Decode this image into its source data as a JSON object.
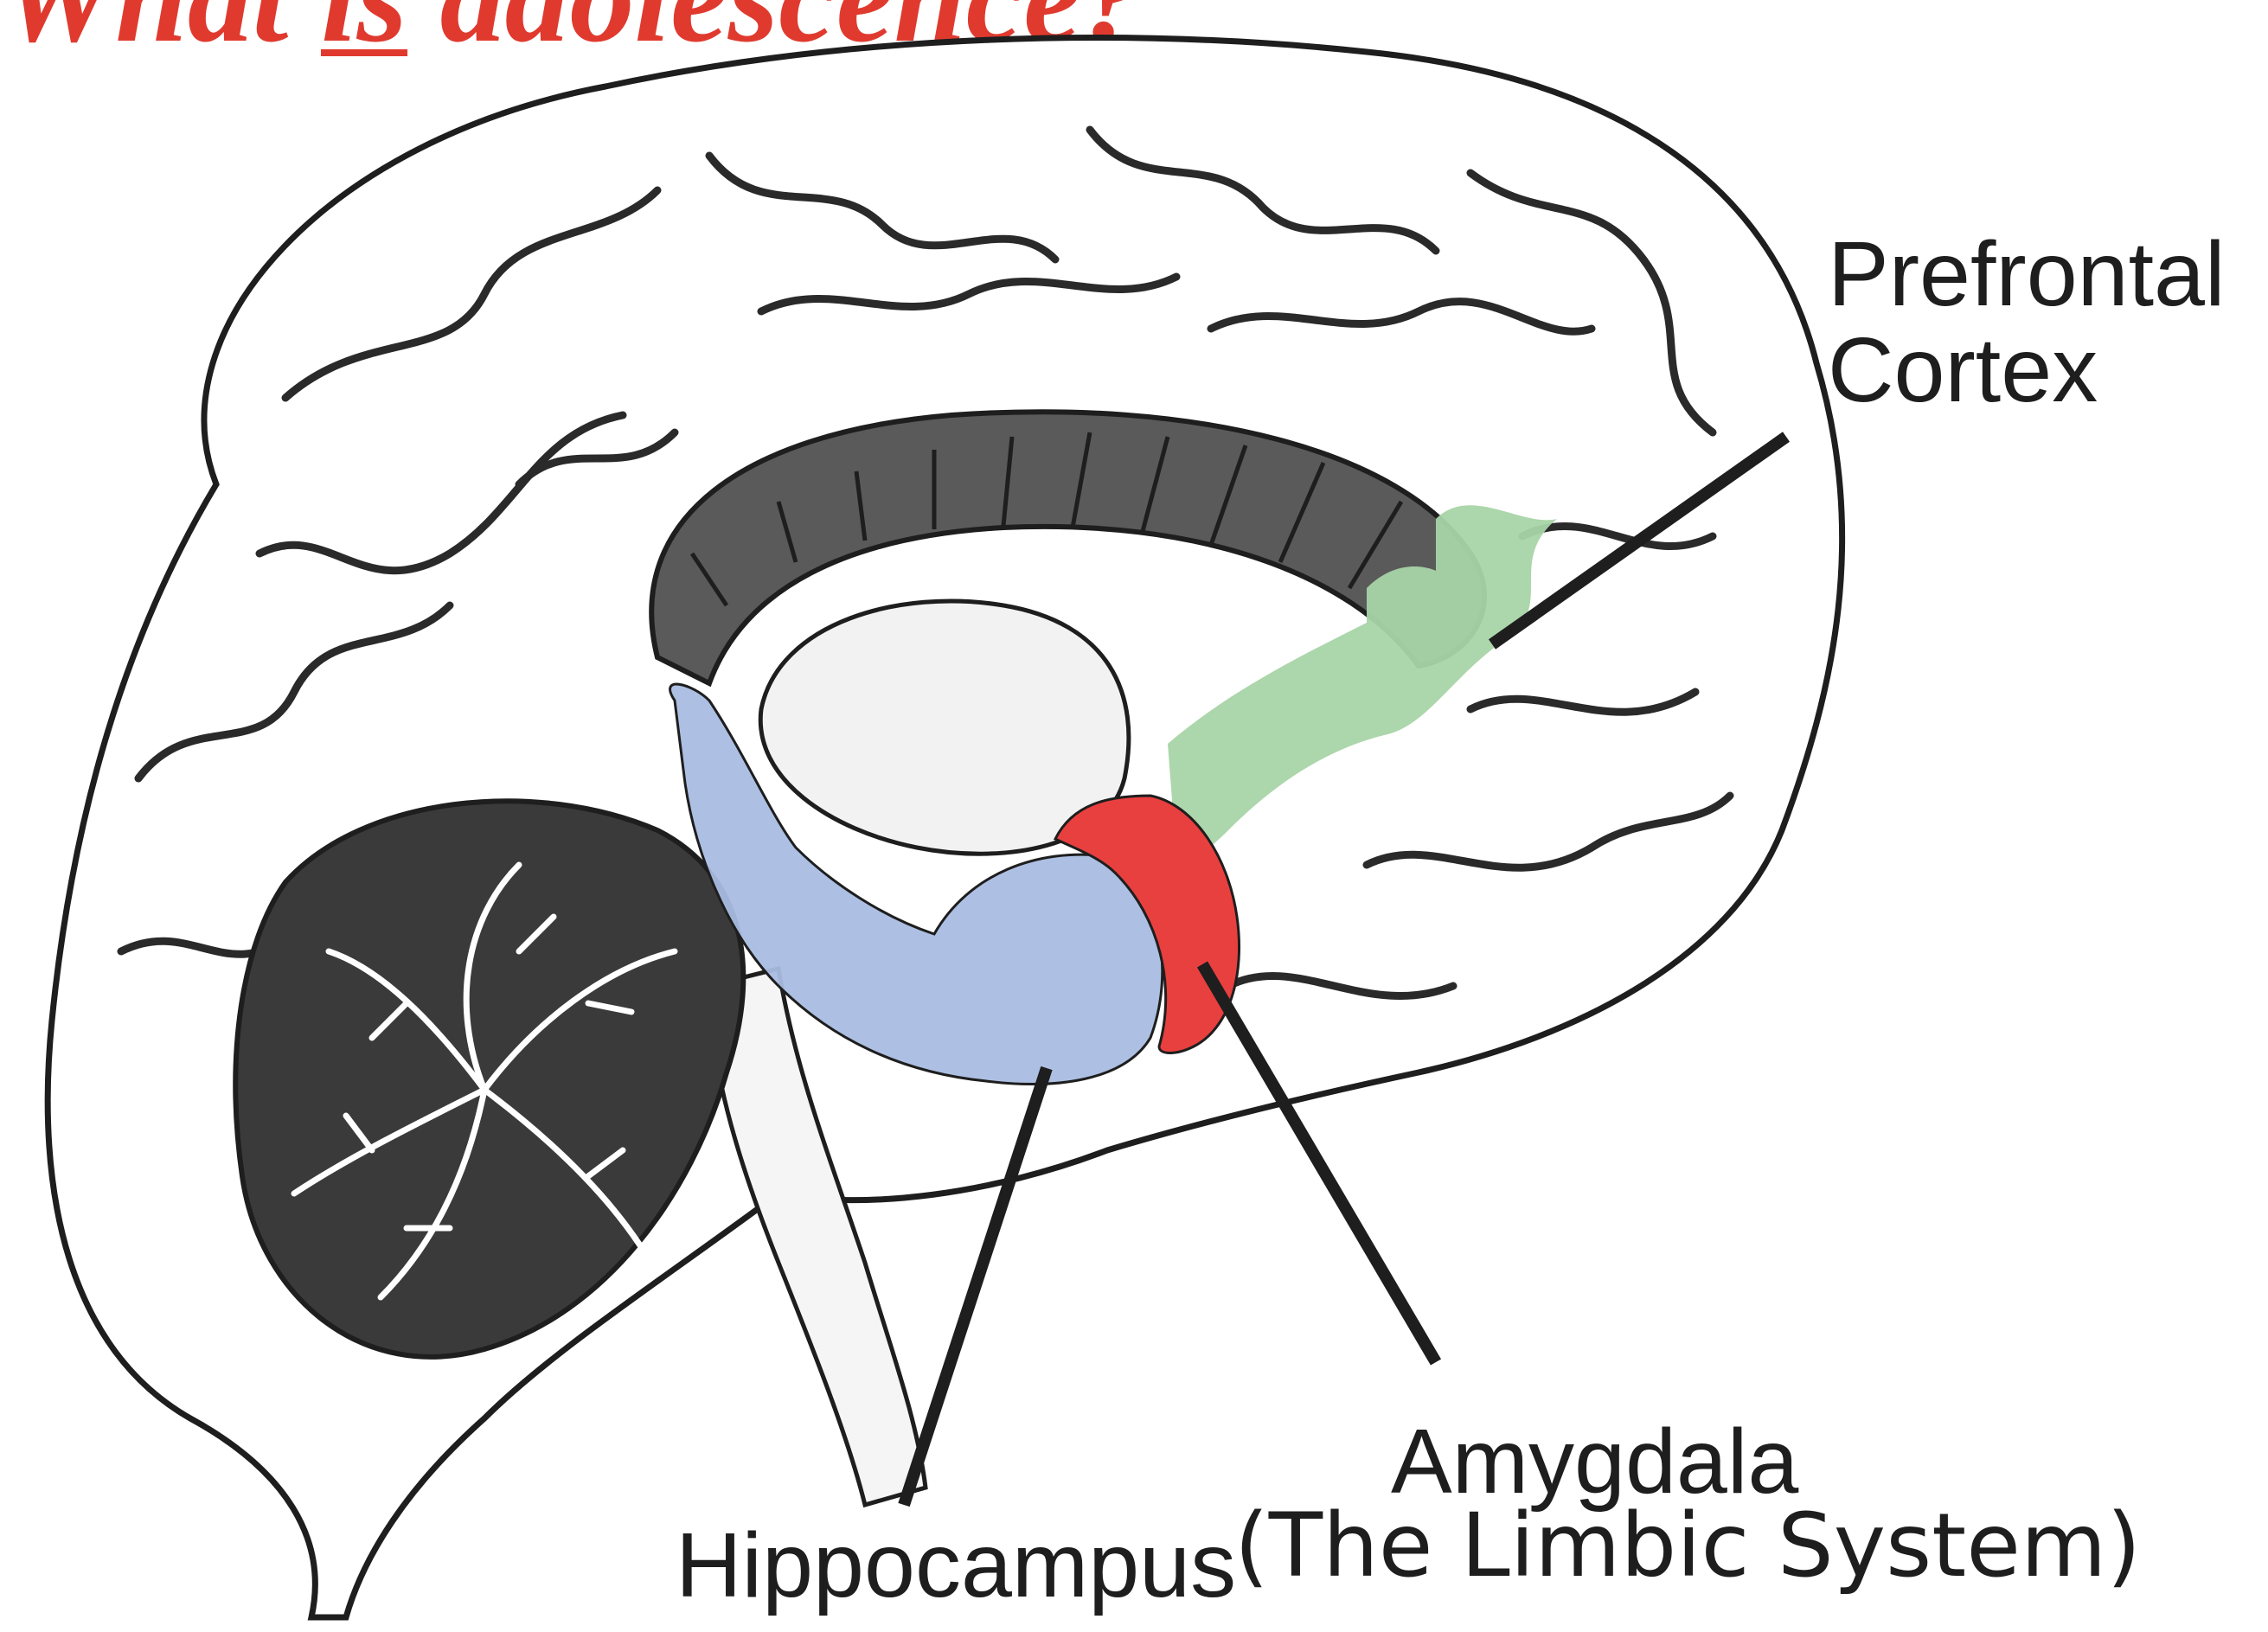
{
  "slide": {
    "title_start": "What ",
    "title_emphasis": "is",
    "title_end": " adolescence?"
  },
  "labels": {
    "prefrontal_line1": "Prefrontal",
    "prefrontal_line2": "Cortex",
    "amygdala": "Amygdala",
    "hippocampus": "Hippocampus",
    "limbic_system": "(The Limbic System)"
  },
  "colors": {
    "title": "#e03a2f",
    "prefrontal_cortex": "#a8d4a6",
    "amygdala": "#e8403f",
    "hippocampus": "#a9bde2",
    "outline": "#1e1e1e",
    "pointer": "#1e1e1e"
  }
}
